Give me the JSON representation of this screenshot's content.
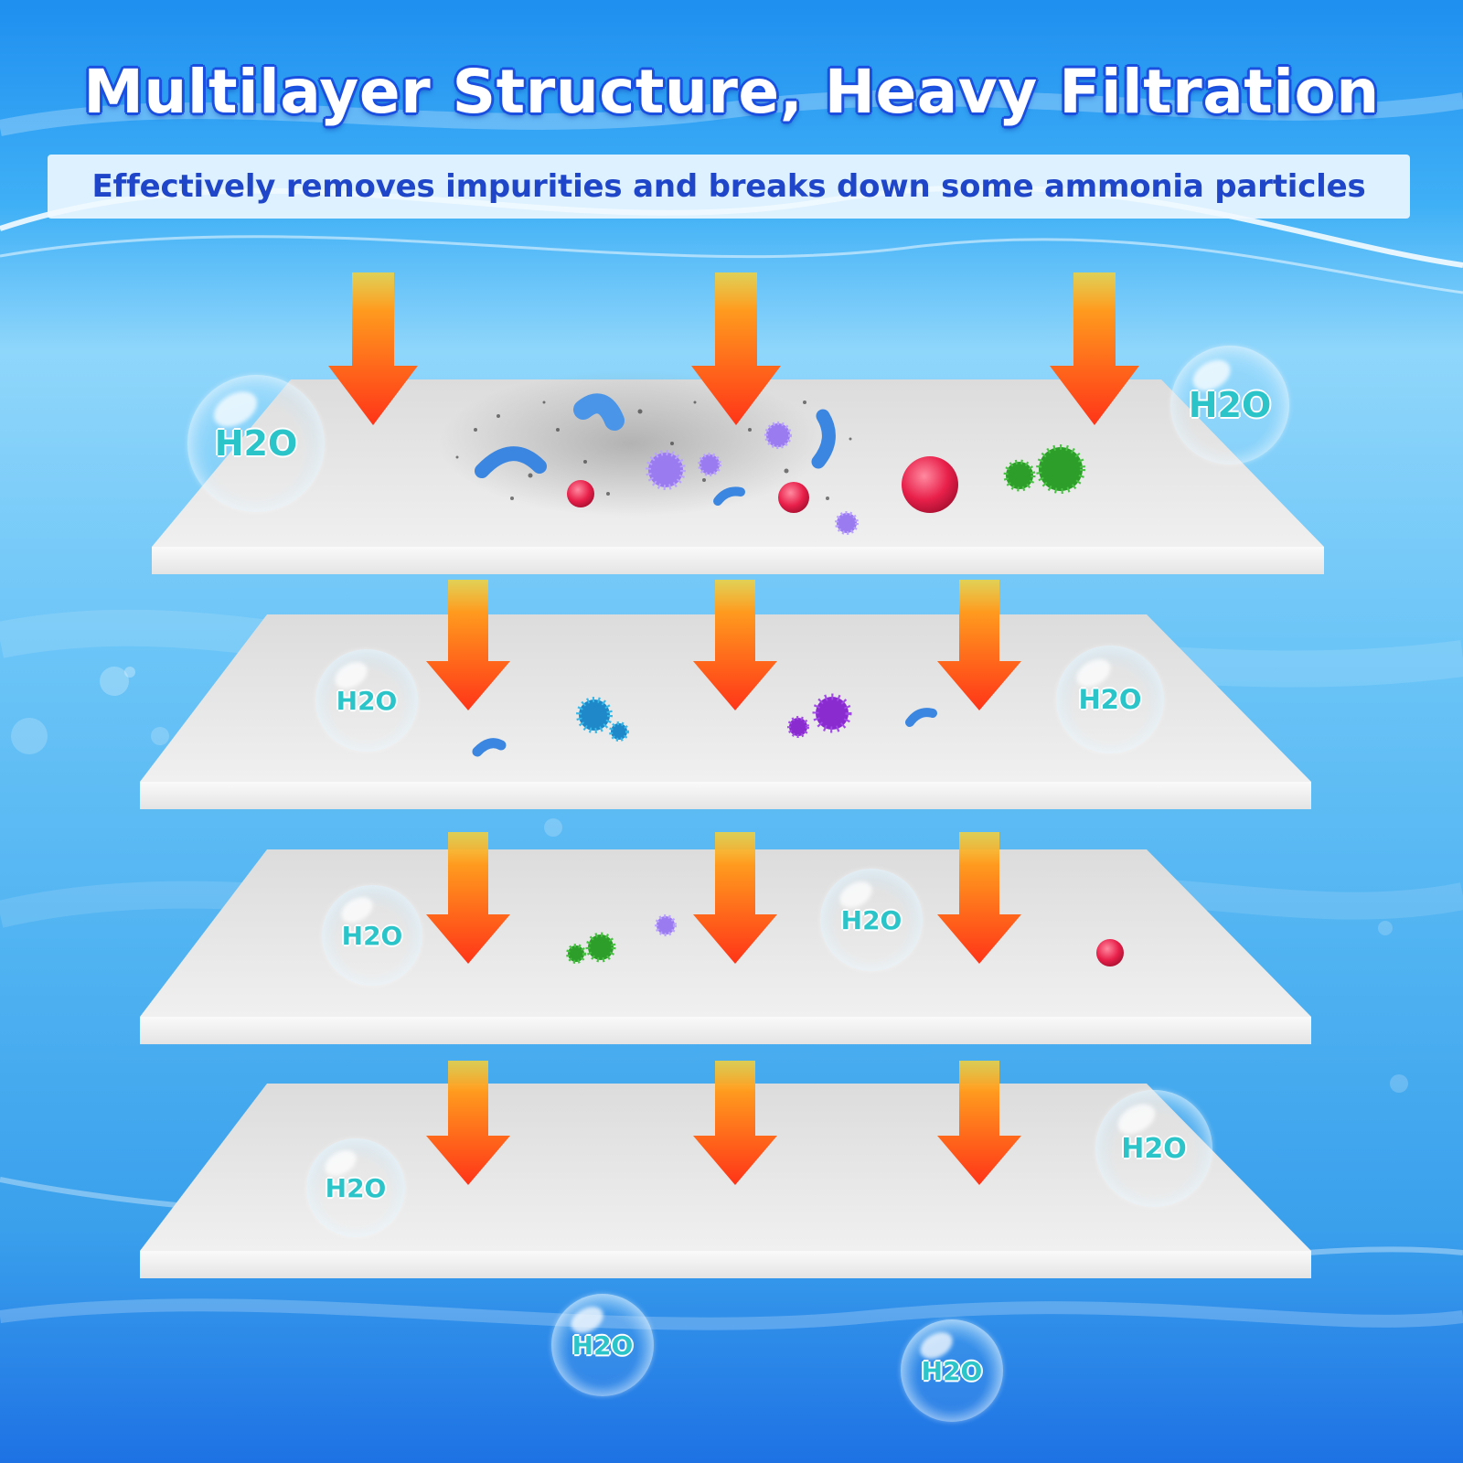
{
  "header": {
    "title": "Multilayer Structure, Heavy Filtration",
    "subtitle": "Effectively removes impurities and breaks down some ammonia particles"
  },
  "bubble_label": "H2O",
  "colors": {
    "title_outline": "#1a4fe0",
    "subtitle_text": "#1f46c8",
    "arrow_top": "#f5c21a",
    "arrow_bottom": "#ff3a1a",
    "bubble_text": "#2bc4c9",
    "bacteria_blue": "#3b86e0",
    "virus_purple": "#9b7bf0",
    "germ_red": "#e8204a",
    "virus_green": "#2e9e2a"
  },
  "layers": [
    {
      "name": "filter-layer-1",
      "impurities": [
        "dust",
        "blue-bacteria",
        "purple-virus",
        "red-germ",
        "green-virus"
      ]
    },
    {
      "name": "filter-layer-2",
      "impurities": [
        "blue-bacteria",
        "blue-virus",
        "purple-virus"
      ]
    },
    {
      "name": "filter-layer-3",
      "impurities": [
        "green-virus",
        "purple-virus",
        "red-germ"
      ]
    },
    {
      "name": "filter-layer-4",
      "impurities": []
    }
  ],
  "icons": [
    "down-arrow-icon",
    "water-bubble-icon",
    "bacteria-icon",
    "virus-icon",
    "germ-icon"
  ]
}
